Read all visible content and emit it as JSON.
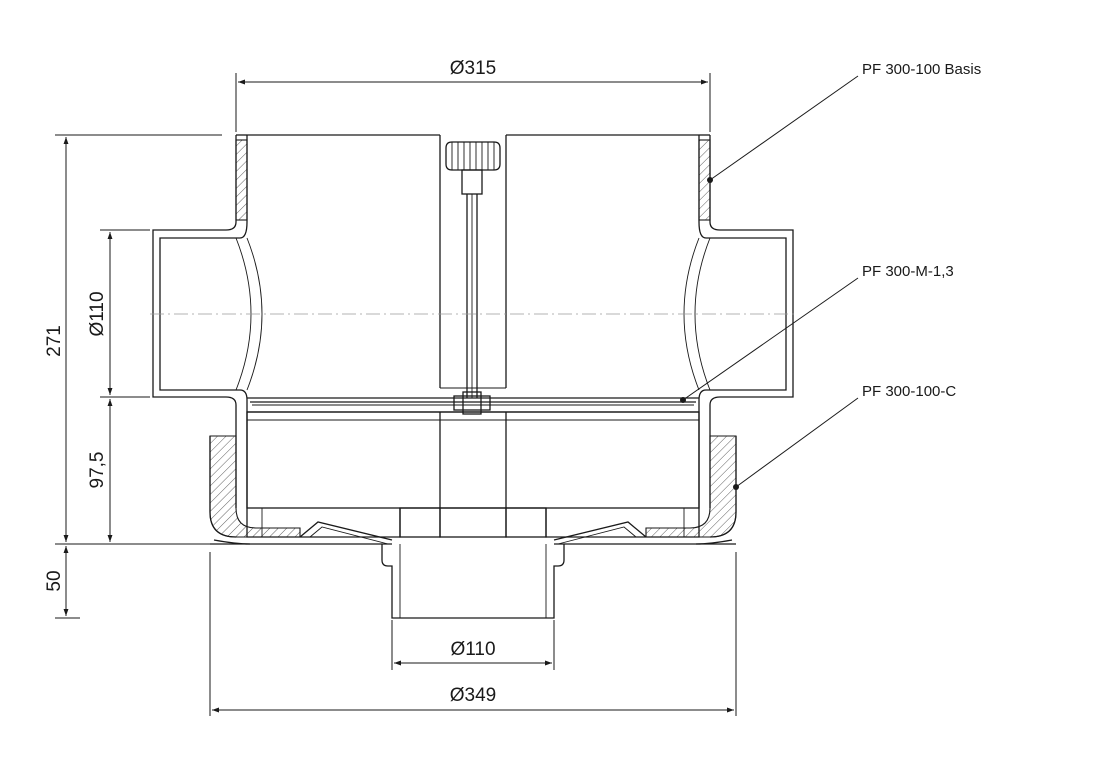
{
  "dimensions": {
    "top_diameter": "Ø315",
    "side_inlet_diameter": "Ø110",
    "total_height": "271",
    "lower_height": "97,5",
    "outlet_length": "50",
    "outlet_diameter": "Ø110",
    "base_diameter": "Ø349"
  },
  "labels": {
    "basis": "PF 300-100 Basis",
    "middle": "PF 300-M-1,3",
    "clamp": "PF 300-100-C"
  },
  "colors": {
    "line": "#1a1a1a",
    "centerline": "#9a9a9a",
    "background": "#ffffff"
  }
}
